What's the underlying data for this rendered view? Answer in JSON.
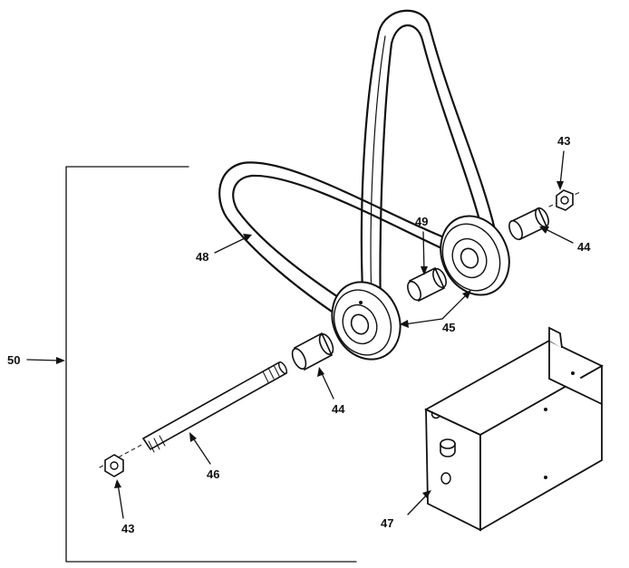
{
  "labels": {
    "n43_top": "43",
    "n44_right": "44",
    "n49": "49",
    "n48": "48",
    "n45": "45",
    "n44_lower": "44",
    "n50": "50",
    "n46": "46",
    "n43_bottom": "43",
    "n47": "47"
  }
}
